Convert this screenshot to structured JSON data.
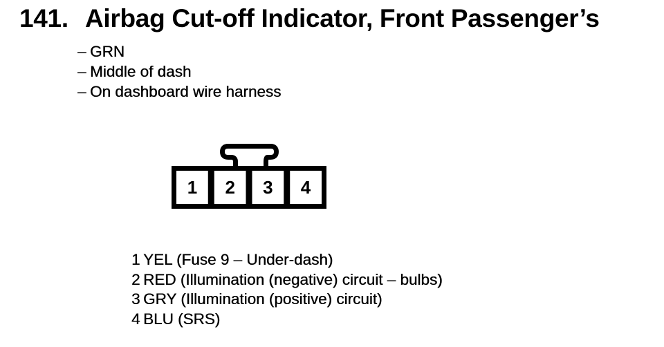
{
  "title": {
    "number": "141.",
    "label": "Airbag Cut-off Indicator, Front Passenger’s"
  },
  "details": {
    "bullet": "–",
    "items": [
      "GRN",
      "Middle of dash",
      "On dashboard wire harness"
    ]
  },
  "connector": {
    "pins": [
      "1",
      "2",
      "3",
      "4"
    ]
  },
  "pin_list": {
    "rows": [
      {
        "pin": "1",
        "desc": "YEL (Fuse 9 – Under-dash)"
      },
      {
        "pin": "2",
        "desc": "RED (Illumination (negative) circuit – bulbs)"
      },
      {
        "pin": "3",
        "desc": "GRY (Illumination (positive) circuit)"
      },
      {
        "pin": "4",
        "desc": "BLU (SRS)"
      }
    ]
  },
  "colors": {
    "ink": "#000000",
    "paper": "#ffffff"
  }
}
